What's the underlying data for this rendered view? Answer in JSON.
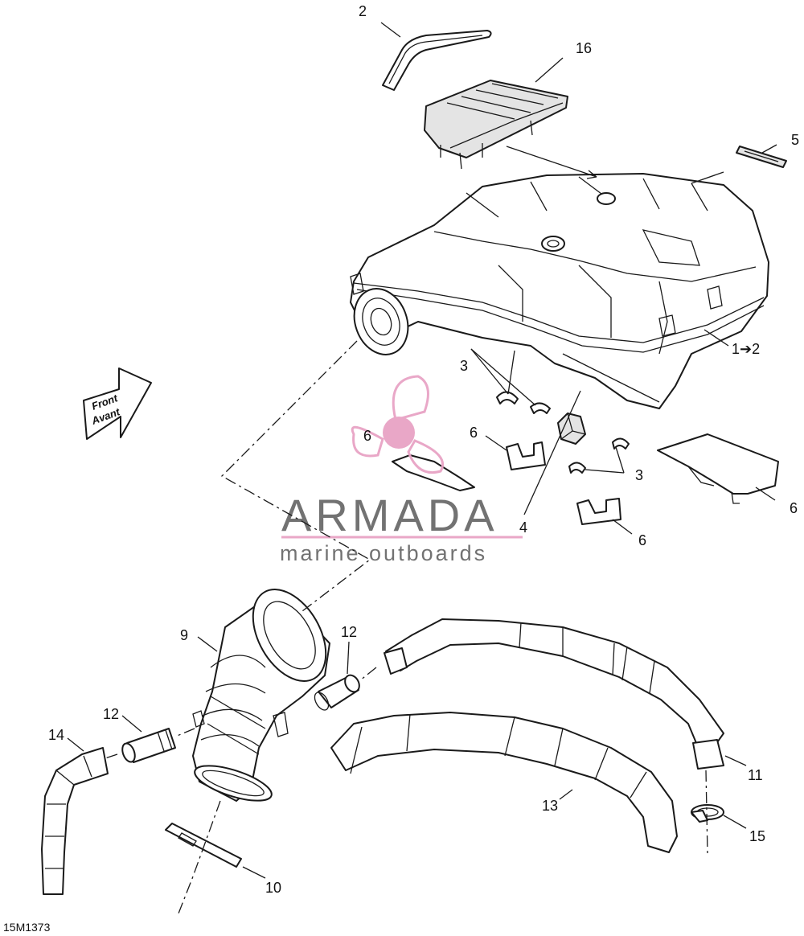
{
  "callouts": {
    "c2_top": "2",
    "c16": "16",
    "c5": "5",
    "c1to2": "1➔2",
    "c3_left": "3",
    "c3_right": "3",
    "c6_a": "6",
    "c6_b": "6",
    "c6_c": "6",
    "c6_d": "6",
    "c4": "4",
    "c9": "9",
    "c12_right": "12",
    "c12_left": "12",
    "c14": "14",
    "c11": "11",
    "c13": "13",
    "c15": "15",
    "c10": "10"
  },
  "front_arrow": {
    "line1": "Front",
    "line2": "Avant"
  },
  "watermark": {
    "brand": "ARMADA",
    "tagline": "marine outboards",
    "accent_color": "#e8a3c5",
    "text_color": "#6b6b6b"
  },
  "figure_code": "15M1373"
}
